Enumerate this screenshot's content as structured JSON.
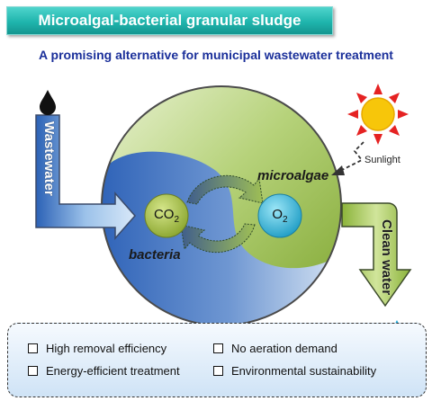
{
  "title": "Microalgal-bacterial granular sludge process",
  "subtitle": "A promising alternative for municipal wastewater treatment",
  "inflow_label": "Wastewater",
  "outflow_label": "Clean water",
  "sun_label": "Sunlight",
  "left_region_label": "bacteria",
  "right_region_label": "microalgae",
  "molecule_left": {
    "symbol": "CO",
    "subscript": "2"
  },
  "molecule_right": {
    "symbol": "O",
    "subscript": "2"
  },
  "benefits": [
    "High removal efficiency",
    "No aeration demand",
    "Energy-efficient treatment",
    "Environmental sustainability"
  ],
  "colors": {
    "title_banner": "#1fb5ad",
    "subtitle": "#1a2f9a",
    "bacteria_blue": "#2e63b8",
    "algae_green": "#8db63c",
    "sun": "#f5c400",
    "sun_rays": "#e02020",
    "water_drop": "#1ea6d8"
  }
}
